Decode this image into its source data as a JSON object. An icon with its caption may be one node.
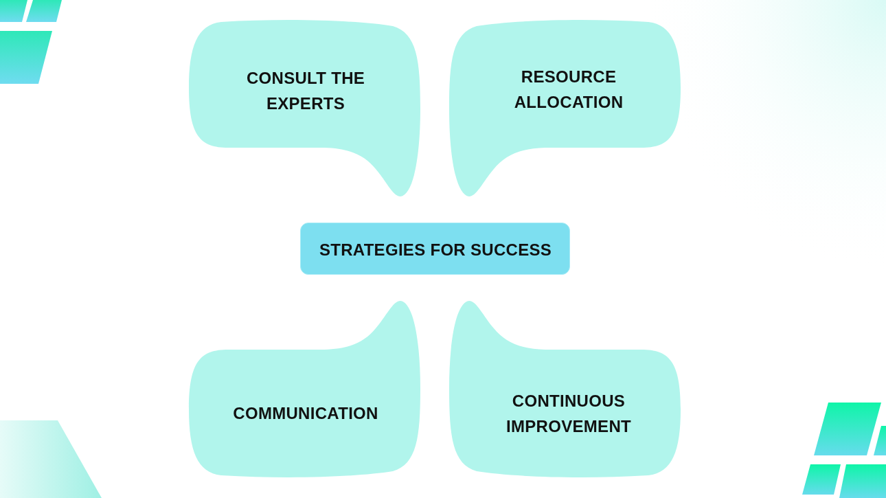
{
  "diagram": {
    "nodes": [
      {
        "text": [
          "CONSULT THE EXPERTS"
        ]
      },
      {
        "text": [
          "RESOURCE ALLOCATION"
        ]
      },
      {
        "text": [
          "STRATEGIES FOR SUCCESS"
        ]
      },
      {
        "text": [
          "COMMUNICATION"
        ]
      },
      {
        "text": [
          "CONTINUOUS IMPROVEMENT"
        ]
      }
    ],
    "edges": []
  }
}
